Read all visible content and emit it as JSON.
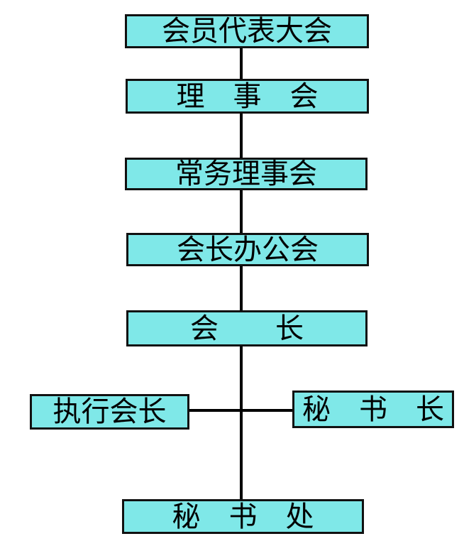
{
  "diagram": {
    "type": "org-chart",
    "colors": {
      "box_fill": "#7FE8E8",
      "box_border": "#111111",
      "connector": "#000000",
      "background": "#FFFFFF"
    },
    "nodes": [
      {
        "id": "member-congress",
        "label": "会员代表大会"
      },
      {
        "id": "council",
        "label": "理　事　会"
      },
      {
        "id": "standing-council",
        "label": "常务理事会"
      },
      {
        "id": "president-office",
        "label": "会长办公会"
      },
      {
        "id": "president",
        "label": "会　　长"
      },
      {
        "id": "executive-president",
        "label": "执行会长"
      },
      {
        "id": "secretary-general",
        "label": "秘　书　长"
      },
      {
        "id": "secretariat",
        "label": "秘　书　处"
      }
    ],
    "edges": [
      {
        "from": "member-congress",
        "to": "council"
      },
      {
        "from": "council",
        "to": "standing-council"
      },
      {
        "from": "standing-council",
        "to": "president-office"
      },
      {
        "from": "president-office",
        "to": "president"
      },
      {
        "from": "president",
        "to": "executive-president"
      },
      {
        "from": "president",
        "to": "secretary-general"
      },
      {
        "from": "president",
        "to": "secretariat"
      }
    ]
  }
}
